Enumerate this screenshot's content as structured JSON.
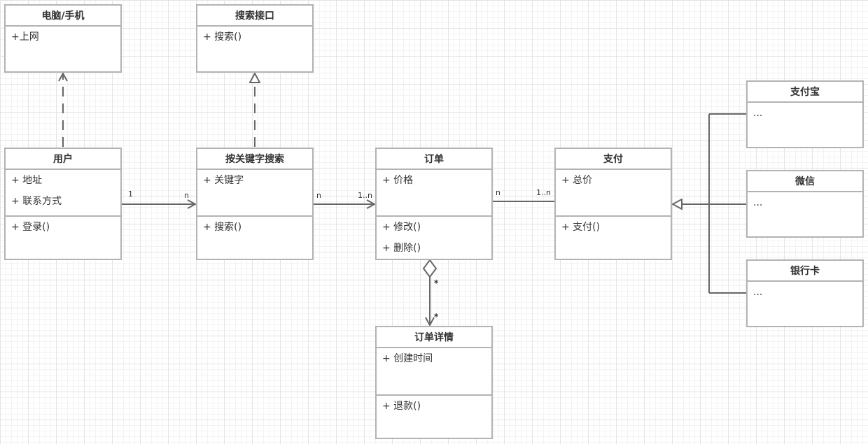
{
  "classes": {
    "device": {
      "name": "电脑/手机",
      "attributes": [
        "+上网"
      ]
    },
    "iface": {
      "name": "搜索接口",
      "attributes": [
        "+ 搜索()"
      ]
    },
    "user": {
      "name": "用户",
      "attributes": [
        "+ 地址",
        "+ 联系方式"
      ],
      "operations": [
        "+ 登录()"
      ]
    },
    "search": {
      "name": "按关键字搜索",
      "attributes": [
        "+ 关键字"
      ],
      "operations": [
        "+ 搜索()"
      ]
    },
    "order": {
      "name": "订单",
      "attributes": [
        "+ 价格"
      ],
      "operations": [
        "+ 修改()",
        "+ 删除()"
      ]
    },
    "payment": {
      "name": "支付",
      "attributes": [
        "+ 总价"
      ],
      "operations": [
        "+ 支付()"
      ]
    },
    "detail": {
      "name": "订单详情",
      "attributes": [
        "+ 创建时间"
      ],
      "operations": [
        "+ 退款()"
      ]
    },
    "alipay": {
      "name": "支付宝",
      "attributes": [
        "..."
      ]
    },
    "wechat": {
      "name": "微信",
      "attributes": [
        "..."
      ]
    },
    "card": {
      "name": "银行卡",
      "attributes": [
        "..."
      ]
    }
  },
  "relations": {
    "user_search": {
      "from": "1",
      "to": "n"
    },
    "search_order": {
      "from": "n",
      "to": "1..n"
    },
    "order_payment": {
      "from": "n",
      "to": "1..n"
    },
    "order_detail": {
      "from": "*",
      "to": "*"
    }
  },
  "colors": {
    "line": "#666666",
    "border": "#b3b3b3"
  }
}
